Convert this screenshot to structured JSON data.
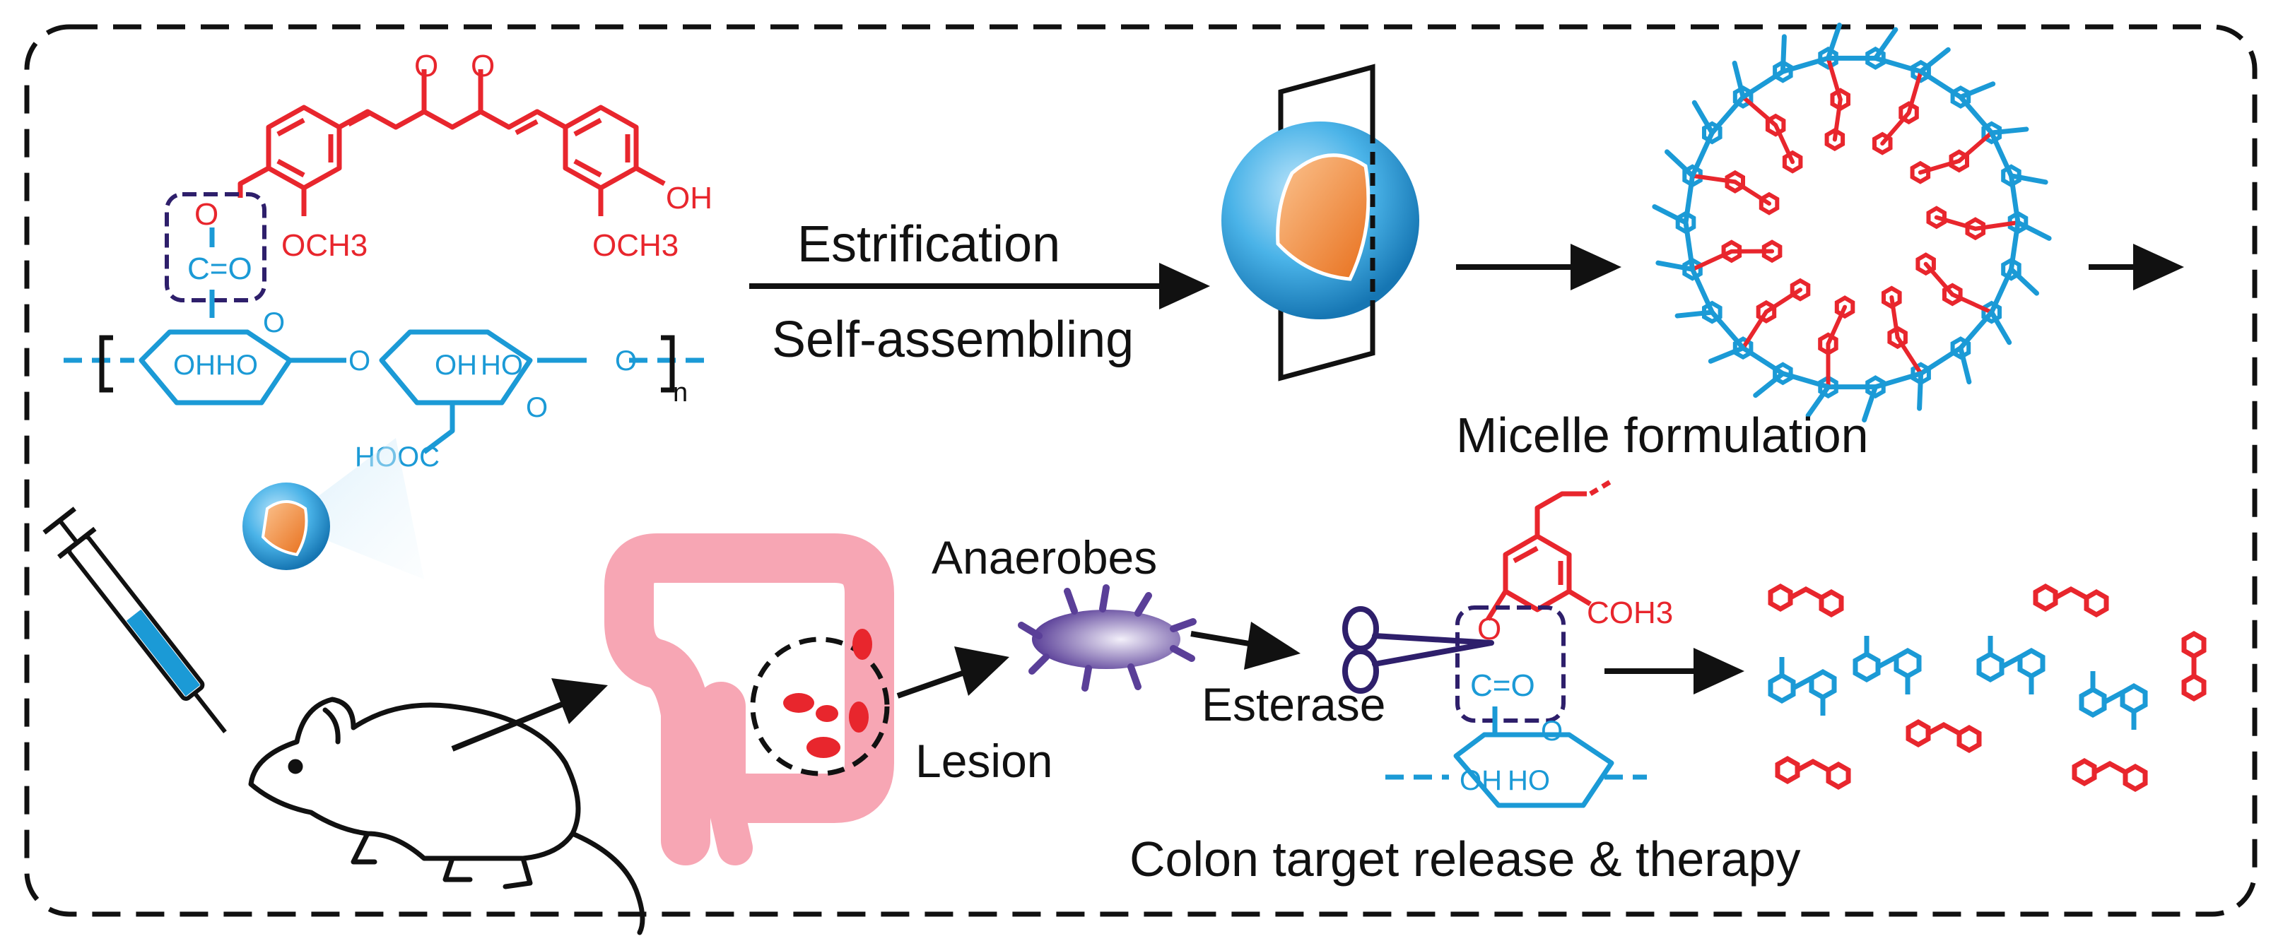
{
  "colors": {
    "red": "#e8262d",
    "blue": "#1b9ad6",
    "navy": "#2e1f6b",
    "black": "#111111",
    "pink": "#f7a6b4",
    "lesion": "#e8262d",
    "core": "#f4934a",
    "shell": "#4ab3e8"
  },
  "top": {
    "structure": {
      "carbonyl_o_left": "O",
      "carbonyl_o_right": "O",
      "oh_right": "OH",
      "och3_left": "OCH3",
      "och3_right": "OCH3",
      "ester_o": "O",
      "ester_co": "C=O",
      "ring1_oh": "OH",
      "ring1_ho": "HO",
      "bridge_o": "O",
      "ring2_oh": "OH",
      "ring2_ho": "HO",
      "ring2_o_right": "O",
      "ring2_o_inner": "O",
      "ring1_o_inner": "O",
      "cooh": "HOOC",
      "repeat_n": "n"
    },
    "step1_label": "Estrification",
    "step2_label": "Self-assembling",
    "micelle_label": "Micelle formulation"
  },
  "bottom": {
    "anaerobes_label": "Anaerobes",
    "lesion_label": "Lesion",
    "esterase_label": "Esterase",
    "och3_label": "COH3",
    "ester_o": "O",
    "ester_co": "C=O",
    "ring_o": "O",
    "ring_oh": "OH",
    "ring_ho": "HO",
    "release_label": "Colon target release & therapy"
  },
  "icons": [
    "micelle-sphere-icon",
    "syringe-icon",
    "mouse-icon",
    "colon-icon",
    "bacterium-icon",
    "scissors-icon",
    "micelle-network-icon",
    "fragment-icons"
  ]
}
